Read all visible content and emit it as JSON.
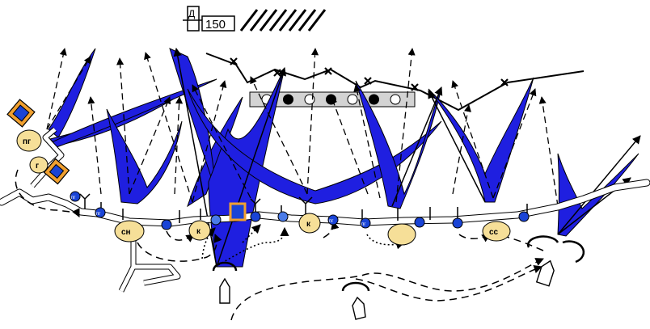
{
  "colors": {
    "fire_sector": "#1f1fe0",
    "unit_fill": "#f6df98",
    "point_fill": "#1a44d6",
    "command_orange": "#f0a030",
    "ink": "#000000"
  },
  "range_marker": {
    "letter": "Д",
    "value": "150"
  },
  "units": [
    {
      "id": "pg",
      "label": "пг"
    },
    {
      "id": "g",
      "label": "г"
    },
    {
      "id": "sn",
      "label": "сн"
    },
    {
      "id": "k1",
      "label": "к"
    },
    {
      "id": "k2",
      "label": "к"
    },
    {
      "id": "blank",
      "label": ""
    },
    {
      "id": "ss",
      "label": "сс"
    }
  ],
  "points": [
    {
      "id": "p1",
      "label": "пг"
    },
    {
      "id": "p2",
      "label": "пг"
    },
    {
      "id": "p3",
      "label": "пг"
    },
    {
      "id": "p4",
      "label": "пг"
    }
  ],
  "obstacle_row": {
    "mines": [
      "open",
      "filled",
      "open",
      "filled",
      "open",
      "filled",
      "open"
    ]
  },
  "icons": [
    "command-post-icon",
    "ship-icon",
    "wire-barrier-icon"
  ]
}
